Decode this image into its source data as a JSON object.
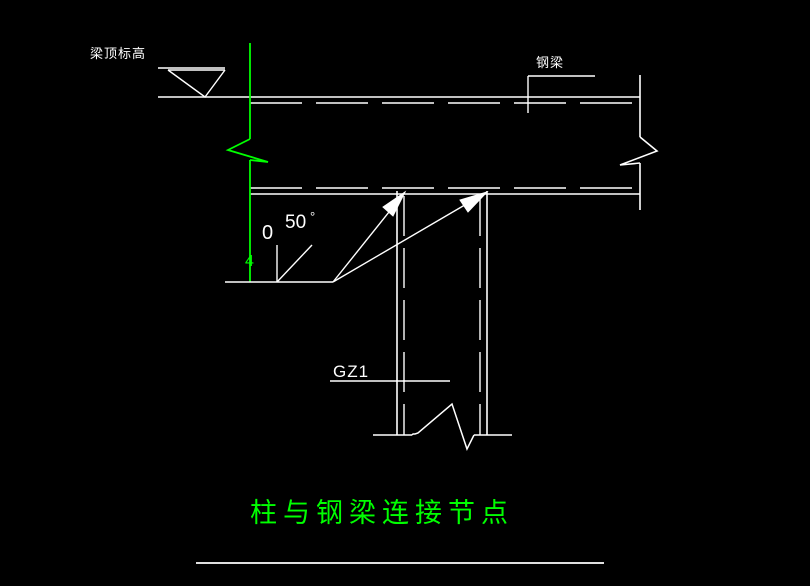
{
  "drawing": {
    "background_color": "#000000",
    "default_line_color": "#ffffff",
    "accent_color": "#00ff00",
    "title": "柱与钢梁连接节点",
    "title_color": "#00ff00"
  },
  "annotations": {
    "beam_top_elevation_label": "梁顶标高",
    "steel_beam_label": "钢梁",
    "column_label": "GZ1",
    "weld_angle_value": "50",
    "weld_angle_symbol": "°",
    "weld_root_symbol": "0",
    "weld_size_symbol": "4"
  },
  "elements": {
    "elevation_symbol_name": "elevation-triangle-symbol",
    "break_symbol_left_color": "#00ff00",
    "break_symbol_right_color": "#ffffff",
    "break_symbol_bottom_color": "#ffffff",
    "centerline_color": "#00ff00",
    "leader_arrow_count": "2"
  },
  "chart_data": {
    "type": "table",
    "title": "柱与钢梁连接节点",
    "categories": [
      "梁顶标高",
      "钢梁",
      "GZ1",
      "50°"
    ],
    "values": [
      0,
      0,
      0,
      50
    ]
  }
}
